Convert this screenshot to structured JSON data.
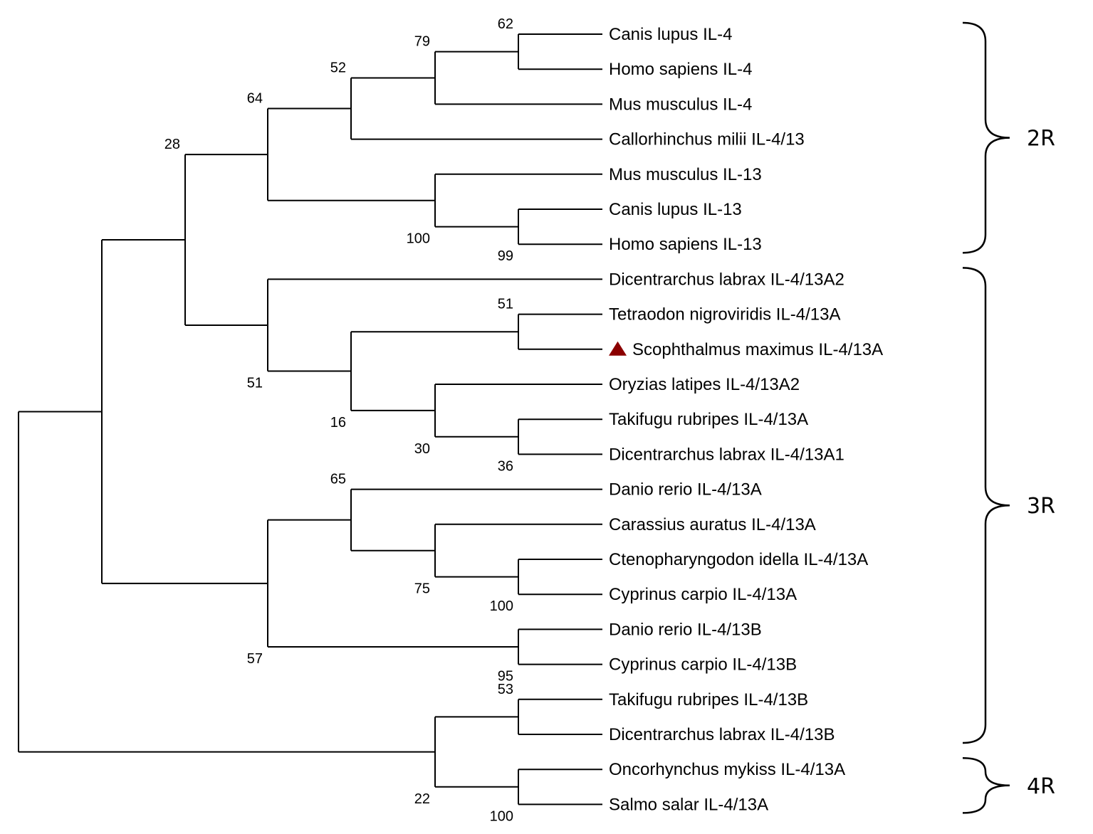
{
  "colors": {
    "line": "#000000",
    "marker": "#8b0000"
  },
  "leaves": [
    "Canis lupus IL-4",
    "Homo sapiens IL-4",
    "Mus musculus IL-4",
    "Callorhinchus milii IL-4/13",
    "Mus musculus IL-13",
    "Canis lupus IL-13",
    "Homo sapiens IL-13",
    "Dicentrarchus labrax IL-4/13A2",
    "Tetraodon nigroviridis IL-4/13A",
    "Scophthalmus maximus IL-4/13A",
    "Oryzias latipes IL-4/13A2",
    "Takifugu rubripes IL-4/13A",
    "Dicentrarchus labrax IL-4/13A1",
    "Danio rerio IL-4/13A",
    "Carassius auratus IL-4/13A",
    "Ctenopharyngodon idella IL-4/13A",
    "Cyprinus carpio IL-4/13A",
    "Danio rerio IL-4/13B",
    "Cyprinus carpio IL-4/13B",
    "Takifugu rubripes IL-4/13B",
    "Dicentrarchus labrax IL-4/13B",
    "Oncorhynchus mykiss IL-4/13A",
    "Salmo salar IL-4/13A"
  ],
  "highlighted_leaf": {
    "name": "Scophthalmus maximus IL-4/13A",
    "marker": "triangle-icon"
  },
  "nodes": [
    {
      "id": "n1",
      "children": [
        "L0",
        "L1"
      ],
      "support": "62"
    },
    {
      "id": "n2",
      "children": [
        "n1",
        "L2"
      ],
      "support": "79"
    },
    {
      "id": "n3",
      "children": [
        "n2",
        "L3"
      ],
      "support": "52"
    },
    {
      "id": "n4",
      "children": [
        "L5",
        "L6"
      ],
      "support": "99"
    },
    {
      "id": "n5",
      "children": [
        "L4",
        "n4"
      ],
      "support": "100"
    },
    {
      "id": "n6",
      "children": [
        "n3",
        "n5"
      ],
      "support": "64"
    },
    {
      "id": "n7",
      "children": [
        "L8",
        "L9"
      ],
      "support": "51"
    },
    {
      "id": "n8",
      "children": [
        "L11",
        "L12"
      ],
      "support": "36"
    },
    {
      "id": "n9",
      "children": [
        "L10",
        "n8"
      ],
      "support": "30"
    },
    {
      "id": "n10",
      "children": [
        "n7",
        "n9"
      ],
      "support": "16"
    },
    {
      "id": "n11",
      "children": [
        "L7",
        "n10"
      ],
      "support": "51"
    },
    {
      "id": "n12",
      "children": [
        "n6",
        "n11"
      ],
      "support": "28"
    },
    {
      "id": "n13",
      "children": [
        "L15",
        "L16"
      ],
      "support": "100"
    },
    {
      "id": "n14",
      "children": [
        "L14",
        "n13"
      ],
      "support": "75"
    },
    {
      "id": "n15",
      "children": [
        "L13",
        "n14"
      ],
      "support": "65"
    },
    {
      "id": "n16",
      "children": [
        "L17",
        "L18"
      ],
      "support": "95"
    },
    {
      "id": "n17",
      "children": [
        "n15",
        "n16"
      ],
      "support": "57"
    },
    {
      "id": "n18",
      "children": [
        "n12",
        "n17"
      ],
      "support": ""
    },
    {
      "id": "n19",
      "children": [
        "L19",
        "L20"
      ],
      "support": "53"
    },
    {
      "id": "n20",
      "children": [
        "L21",
        "L22"
      ],
      "support": "100"
    },
    {
      "id": "n21",
      "children": [
        "n19",
        "n20"
      ],
      "support": "22"
    },
    {
      "id": "root",
      "children": [
        "n18",
        "n21"
      ],
      "support": ""
    }
  ],
  "groups": [
    {
      "label": "2R",
      "first_leaf": 0,
      "last_leaf": 6
    },
    {
      "label": "3R",
      "first_leaf": 7,
      "last_leaf": 20
    },
    {
      "label": "4R",
      "first_leaf": 21,
      "last_leaf": 22
    }
  ]
}
